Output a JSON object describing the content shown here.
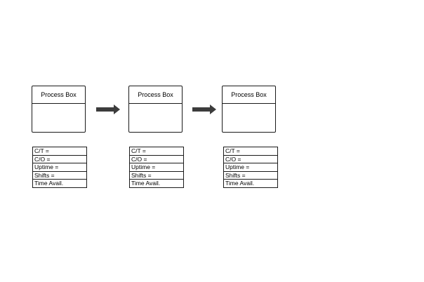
{
  "processes": [
    {
      "title": "Process Box",
      "data_rows": [
        "C/T =",
        "C/O =",
        "Uptime =",
        "Shifts =",
        "Time Avail."
      ]
    },
    {
      "title": "Process Box",
      "data_rows": [
        "C/T =",
        "C/O =",
        "Uptime =",
        "Shifts =",
        "Time Avail."
      ]
    },
    {
      "title": "Process Box",
      "data_rows": [
        "C/T =",
        "C/O =",
        "Uptime =",
        "Shifts =",
        "Time Avail."
      ]
    }
  ],
  "colors": {
    "line": "#1a1a1a",
    "arrow": "#3c3c3c",
    "background": "#ffffff"
  }
}
